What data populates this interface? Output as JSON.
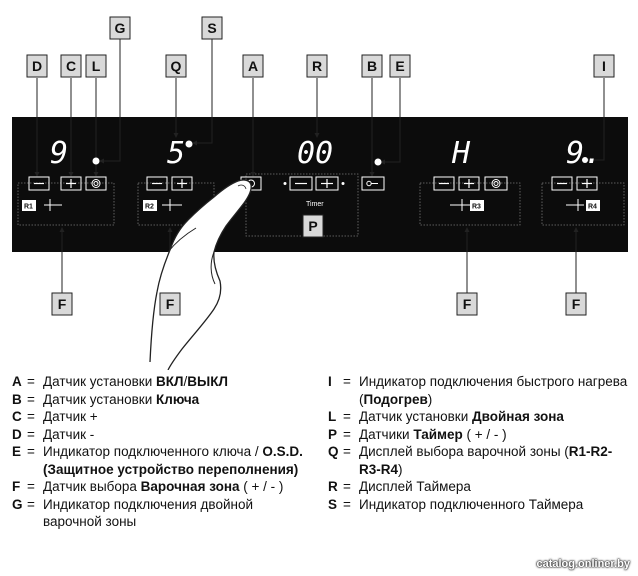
{
  "callouts": {
    "D1": "D",
    "C1": "C",
    "L1": "L",
    "G": "G",
    "Q": "Q",
    "S": "S",
    "A": "A",
    "R": "R",
    "B": "B",
    "E": "E",
    "I": "I",
    "P": "P",
    "F1": "F",
    "F2": "F",
    "F3": "F",
    "F4": "F"
  },
  "displays": {
    "zone1": "9",
    "zone2": "5",
    "timer": "00",
    "zone3": "H",
    "zone4": "9."
  },
  "panel": {
    "minus": "–",
    "plus": "+",
    "timer_label": "Timer",
    "r1": "R1",
    "r2": "R2",
    "r3": "R3",
    "r4": "R4"
  },
  "legend_left": [
    {
      "key": "A",
      "eq": "=",
      "parts": [
        {
          "t": "Датчик установки "
        },
        {
          "t": "ВКЛ",
          "b": true
        },
        {
          "t": "/"
        },
        {
          "t": "ВЫКЛ",
          "b": true
        }
      ]
    },
    {
      "key": "B",
      "eq": "=",
      "parts": [
        {
          "t": "Датчик установки "
        },
        {
          "t": "Ключа",
          "b": true
        }
      ]
    },
    {
      "key": "C",
      "eq": "=",
      "parts": [
        {
          "t": "Датчик +"
        }
      ]
    },
    {
      "key": "D",
      "eq": "=",
      "parts": [
        {
          "t": "Датчик -"
        }
      ]
    },
    {
      "key": "E",
      "eq": "=",
      "parts": [
        {
          "t": "Индикатор подключенного ключа / "
        },
        {
          "t": "O.S.D. (Защитное устройство переполнения)",
          "b": true
        }
      ]
    },
    {
      "key": "F",
      "eq": "=",
      "parts": [
        {
          "t": "Датчик выбора "
        },
        {
          "t": "Варочная зона",
          "b": true
        },
        {
          "t": " ( + / - )"
        }
      ]
    },
    {
      "key": "G",
      "eq": "=",
      "parts": [
        {
          "t": "Индикатор подключения двойной варочной зоны"
        }
      ]
    }
  ],
  "legend_right": [
    {
      "key": "I",
      "eq": "=",
      "parts": [
        {
          "t": "Индикатор подключения быстрого нагрева ("
        },
        {
          "t": "Подогрев",
          "b": true
        },
        {
          "t": ")"
        }
      ]
    },
    {
      "key": "L",
      "eq": "=",
      "parts": [
        {
          "t": "Датчик установки "
        },
        {
          "t": "Двойная зона",
          "b": true
        }
      ]
    },
    {
      "key": "P",
      "eq": "=",
      "parts": [
        {
          "t": "Датчики "
        },
        {
          "t": "Таймер",
          "b": true
        },
        {
          "t": " ( + / - )"
        }
      ]
    },
    {
      "key": "Q",
      "eq": "=",
      "parts": [
        {
          "t": "Дисплей выбора варочной зоны ("
        },
        {
          "t": "R1-R2-R3-R4",
          "b": true
        },
        {
          "t": ")"
        }
      ]
    },
    {
      "key": "R",
      "eq": "=",
      "parts": [
        {
          "t": "Дисплей Таймера"
        }
      ]
    },
    {
      "key": "S",
      "eq": "=",
      "parts": [
        {
          "t": "Индикатор подключенного Таймера"
        }
      ]
    }
  ],
  "watermark": "catalog.onliner.by"
}
